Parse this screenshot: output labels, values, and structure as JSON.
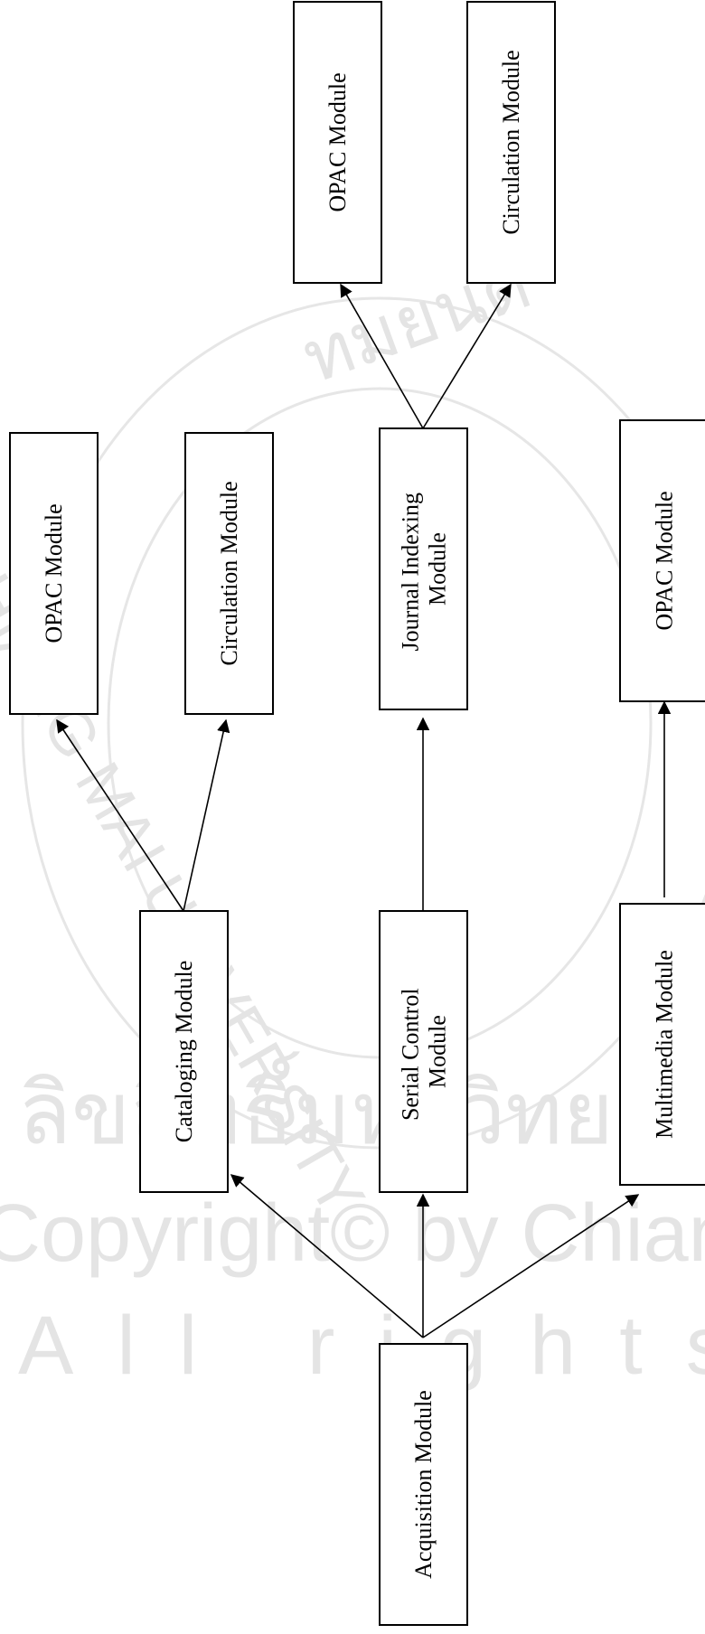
{
  "modules": {
    "acquisition": "Acquisition Module",
    "cataloging": "Cataloging Module",
    "serial_control": [
      "Serial Control",
      "Module"
    ],
    "multimedia": "Multimedia Module",
    "opac_from_cataloging": "OPAC Module",
    "circulation_from_cataloging": "Circulation Module",
    "journal_indexing": [
      "Journal Indexing",
      "Module"
    ],
    "opac_from_journal": "OPAC Module",
    "circulation_from_journal": "Circulation Module",
    "opac_from_multimedia": "OPAC Module"
  },
  "watermark": {
    "lines": [
      "ลิขสิทธิ์มหาวิทยาลัยเชียงใหม่",
      "Copyright© by Chiang Mai University",
      "All rights reserved"
    ],
    "seal_text_top": "ทมยนต์",
    "seal_text_left": "CHIANG MAI UNIVERSITY"
  }
}
